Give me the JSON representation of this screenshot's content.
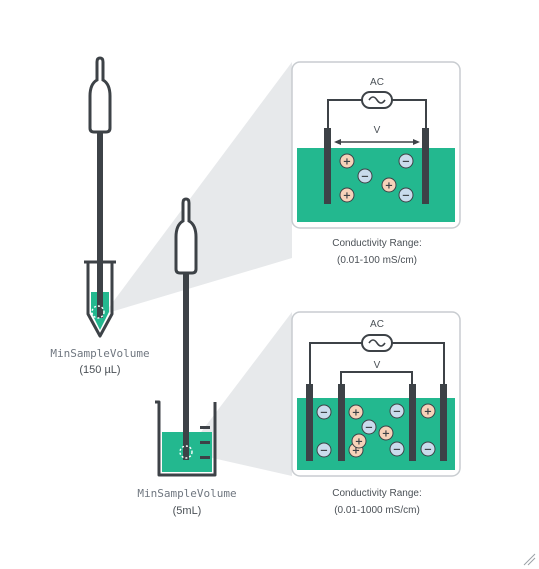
{
  "colors": {
    "probe": "#3d4247",
    "liquid": "#23b88f",
    "panel_border": "#c8ccd0",
    "cone": "#e7e9eb",
    "plus_fill": "#f6d2b9",
    "minus_fill": "#c9dbec",
    "text": "#4a5056",
    "label_mono": "#707780"
  },
  "probe_small": {
    "name": "MinSampleVolume",
    "volume": "(150 µL)"
  },
  "probe_large": {
    "name": "MinSampleVolume",
    "volume": "(5mL)"
  },
  "panel_two_electrode": {
    "ac_label": "AC",
    "v_label": "V",
    "range_title": "Conductivity Range:",
    "range_value": "(0.01-100 mS/cm)",
    "ions": [
      "+",
      "−",
      "+",
      "−",
      "+",
      "−"
    ]
  },
  "panel_four_electrode": {
    "ac_label": "AC",
    "v_label": "V",
    "range_title": "Conductivity Range:",
    "range_value": "(0.01-1000 mS/cm)",
    "ions": [
      "−",
      "+",
      "−",
      "+",
      "−",
      "+",
      "−",
      "+",
      "+",
      "−",
      "−"
    ]
  },
  "icons": [
    "resize-grip-icon",
    "ac-source-icon"
  ]
}
